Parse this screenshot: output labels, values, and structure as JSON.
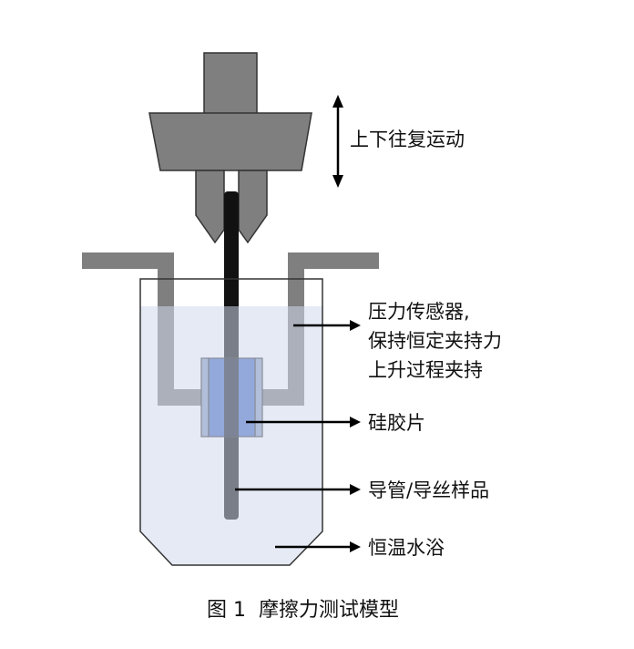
{
  "labels": {
    "motion": "上下往复运动",
    "sensor_line1": "压力传感器,",
    "sensor_line2": "保持恒定夹持力",
    "sensor_line3": "上升过程夹持",
    "silicone": "硅胶片",
    "sample": "导管/导丝样品",
    "bath": "恒温水浴"
  },
  "caption": "图 1  摩擦力测试模型",
  "colors": {
    "gray_fixture": "#7f7f7f",
    "dark_outline": "#333333",
    "sample_rod": "#111111",
    "silicone_pad": "#4a6fc6",
    "water": "#cfd9ec"
  }
}
